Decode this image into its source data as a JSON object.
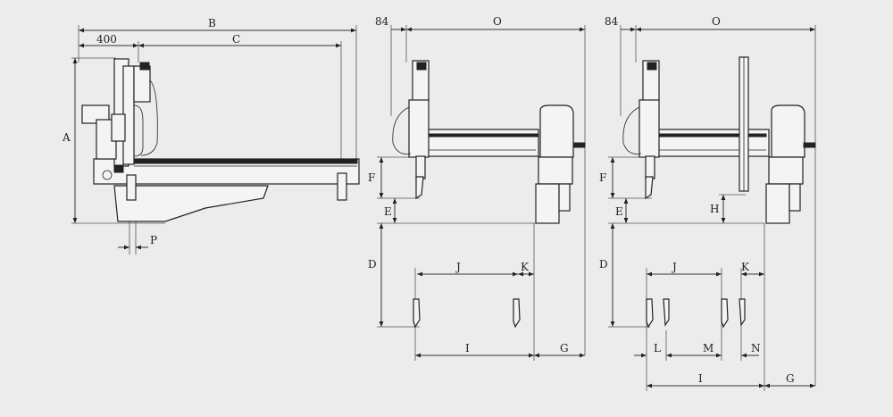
{
  "labels": {
    "side": {
      "A": "A",
      "B": "B",
      "C": "C",
      "dim400": "400",
      "P": "P"
    },
    "front": {
      "dim84": "84",
      "O": "O",
      "F": "F",
      "E": "E",
      "D": "D",
      "J": "J",
      "K": "K",
      "I": "I",
      "G": "G"
    },
    "dual": {
      "dim84": "84",
      "O": "O",
      "F": "F",
      "E": "E",
      "H": "H",
      "D": "D",
      "J": "J",
      "K": "K",
      "L": "L",
      "M": "M",
      "N": "N",
      "I": "I",
      "G": "G"
    }
  },
  "colors": {
    "background": "#ececec",
    "line": "#222222"
  }
}
